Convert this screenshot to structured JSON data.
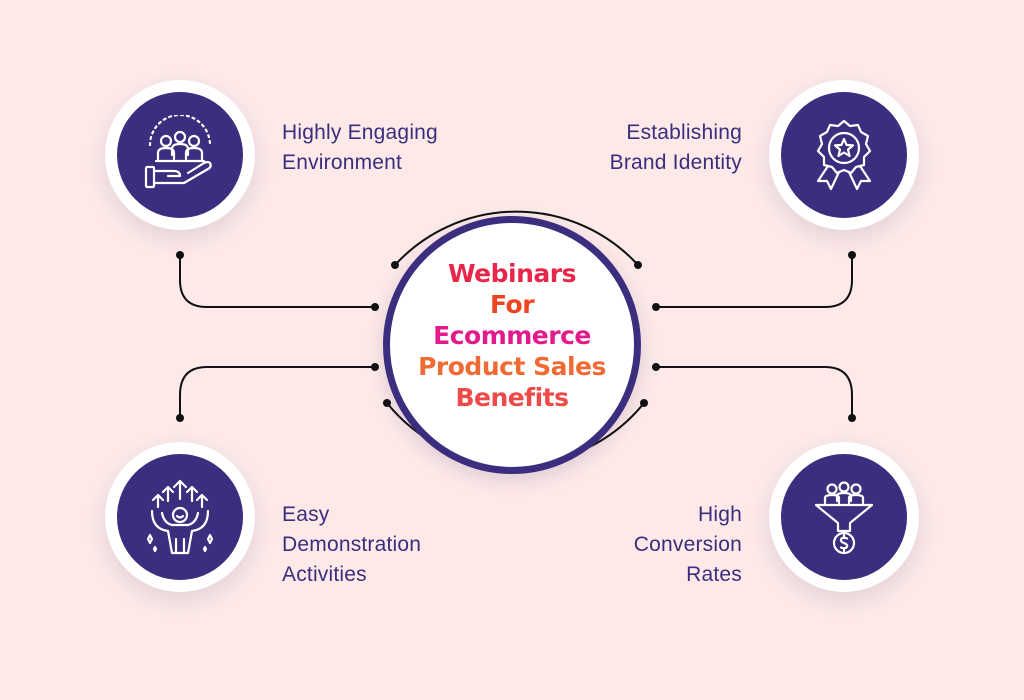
{
  "center": {
    "title_lines": [
      "Webinars",
      "For",
      "Ecommerce",
      "Product Sales",
      "Benefits"
    ],
    "title_colors": [
      "#e8264a",
      "#ee4422",
      "#e21a8c",
      "#f06a34",
      "#ee4b48"
    ],
    "ring_color": "#3b2e7e"
  },
  "benefits": [
    {
      "position": "top-left",
      "icon": "group-in-hand-icon",
      "lines": [
        "Highly Engaging",
        "Environment"
      ]
    },
    {
      "position": "top-right",
      "icon": "award-badge-icon",
      "lines": [
        "Establishing",
        "Brand Identity"
      ]
    },
    {
      "position": "bottom-left",
      "icon": "cheering-person-icon",
      "lines": [
        "Easy",
        "Demonstration",
        "Activities"
      ]
    },
    {
      "position": "bottom-right",
      "icon": "sales-funnel-icon",
      "lines": [
        "High",
        "Conversion",
        "Rates"
      ]
    }
  ],
  "colors": {
    "background": "#fce9e8",
    "accent": "#3b2e7e",
    "connector": "#111111",
    "label": "#3b2e7e"
  }
}
